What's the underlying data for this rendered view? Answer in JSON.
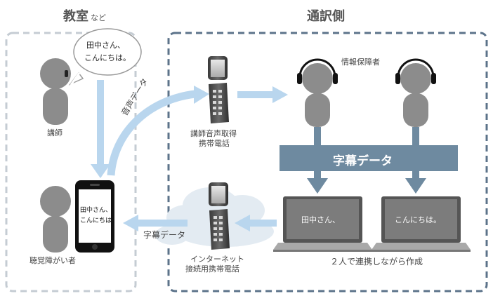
{
  "classroom": {
    "title": "教室",
    "subtitle": "など"
  },
  "interpreter_side": {
    "title": "通訳側"
  },
  "lecturer": {
    "label": "講師",
    "speech": [
      "田中さん、",
      "こんにちは。"
    ]
  },
  "hearing_impaired": {
    "label": "聴覚障がい者"
  },
  "smartphone": {
    "display_lines": [
      "田中さん、",
      "こんにちは。"
    ]
  },
  "audio_flow": {
    "label": "音声データ"
  },
  "audio_phone": {
    "label_lines": [
      "講師音声取得",
      "携帯電話"
    ]
  },
  "captioners": {
    "label": "情報保障者"
  },
  "caption_banner": {
    "label": "字幕データ"
  },
  "laptops": {
    "left_screen": "田中さん、",
    "right_screen": "こんにちは。",
    "caption": "２人で連携しながら作成"
  },
  "internet_phone": {
    "label_lines": [
      "インターネット",
      "接続用携帯電話"
    ]
  },
  "caption_flow": {
    "label": "字幕データ"
  },
  "colors": {
    "arrow": "#b9d6ee",
    "banner": "#6e8aa0",
    "banner_arrow": "#6e8aa0",
    "person": "#8c8c8c",
    "classroom_border": "#c5ccd3",
    "interpreter_border": "#5c738a"
  }
}
